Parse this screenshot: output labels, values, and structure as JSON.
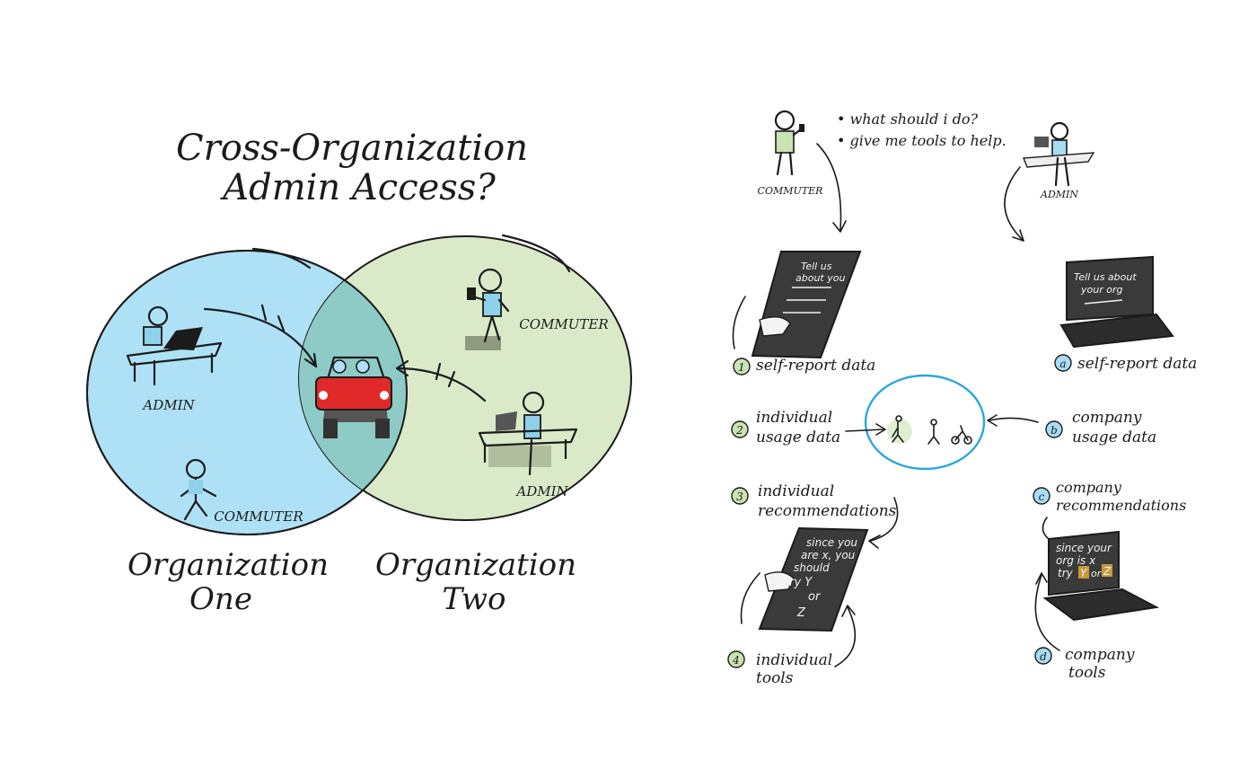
{
  "left_panel": {
    "title_line1": "Cross-Organization",
    "title_line2": "Admin Access?",
    "org_one": {
      "line1": "Organization",
      "line2": "One",
      "admin_label": "ADMIN",
      "commuter_label": "COMMUTER"
    },
    "org_two": {
      "line1": "Organization",
      "line2": "Two",
      "admin_label": "ADMIN",
      "commuter_label": "COMMUTER"
    },
    "colors": {
      "org_one_fill": "#aee1f5",
      "org_two_fill": "#d7e8c4",
      "overlap_fill": "#8fcbc6",
      "car_red": "#e02a2a"
    }
  },
  "right_panel": {
    "commuter_label": "COMMUTER",
    "admin_label": "ADMIN",
    "commuter_thought_1": "• what should i do?",
    "commuter_thought_2": "• give me tools to help.",
    "phone_screen_1": [
      "Tell us",
      "about you"
    ],
    "laptop_screen_1": [
      "Tell us about",
      "your org"
    ],
    "phone_screen_2": [
      "since you",
      "are x, you",
      "should",
      "try Y",
      "or",
      "Z"
    ],
    "laptop_screen_2": [
      "since your",
      "org is x",
      "try",
      "Y",
      "or",
      "Z"
    ],
    "steps": [
      {
        "marker": "1",
        "lines": [
          "self-report data"
        ]
      },
      {
        "marker": "a",
        "lines": [
          "self-report data"
        ]
      },
      {
        "marker": "2",
        "lines": [
          "individual",
          "usage data"
        ]
      },
      {
        "marker": "b",
        "lines": [
          "company",
          "usage data"
        ]
      },
      {
        "marker": "3",
        "lines": [
          "individual",
          "recommendations"
        ]
      },
      {
        "marker": "c",
        "lines": [
          "company",
          "recommendations"
        ]
      },
      {
        "marker": "4",
        "lines": [
          "individual",
          "tools"
        ]
      },
      {
        "marker": "d",
        "lines": [
          "company",
          "tools"
        ]
      }
    ],
    "colors": {
      "individual_marker": "#c9e3b3",
      "company_marker": "#a9dcf2",
      "usage_circle": "#2aa7dd",
      "highlight": "#c59a3c"
    }
  }
}
